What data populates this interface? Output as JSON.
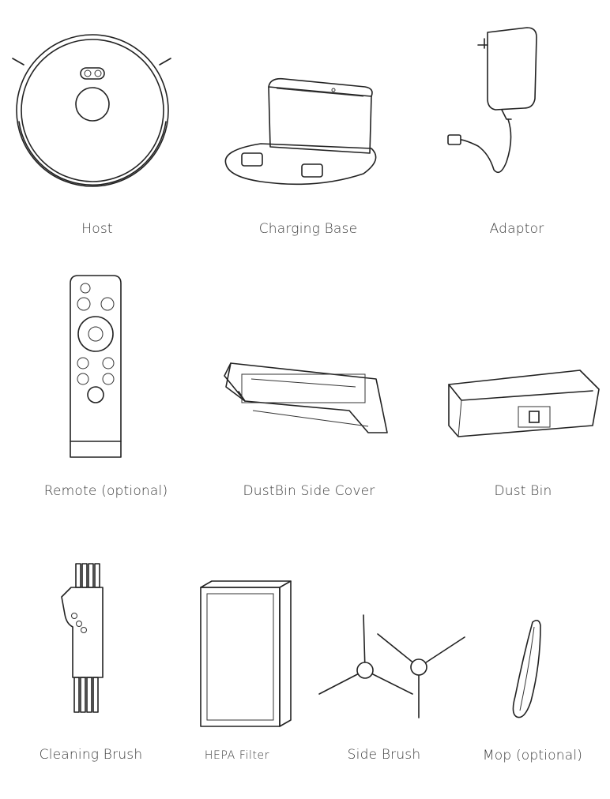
{
  "items": [
    {
      "label": "Host"
    },
    {
      "label": "Charging Base"
    },
    {
      "label": "Adaptor"
    },
    {
      "label": "Remote (optional)"
    },
    {
      "label": "DustBin Side Cover"
    },
    {
      "label": "Dust Bin"
    },
    {
      "label": "Cleaning Brush"
    },
    {
      "label": "HEPA Filter"
    },
    {
      "label": "Side Brush"
    },
    {
      "label": "Mop (optional)"
    }
  ]
}
